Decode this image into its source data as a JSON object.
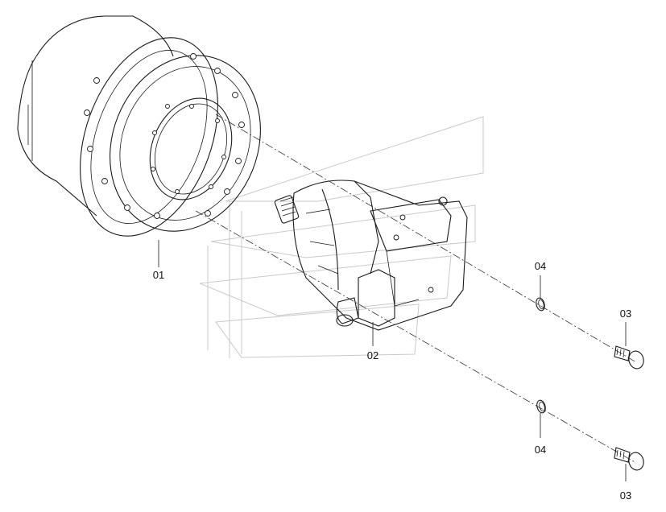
{
  "labels": {
    "part_01": "01",
    "part_02": "02",
    "part_03_upper": "03",
    "part_03_lower": "03",
    "part_04_upper": "04",
    "part_04_lower": "04"
  }
}
